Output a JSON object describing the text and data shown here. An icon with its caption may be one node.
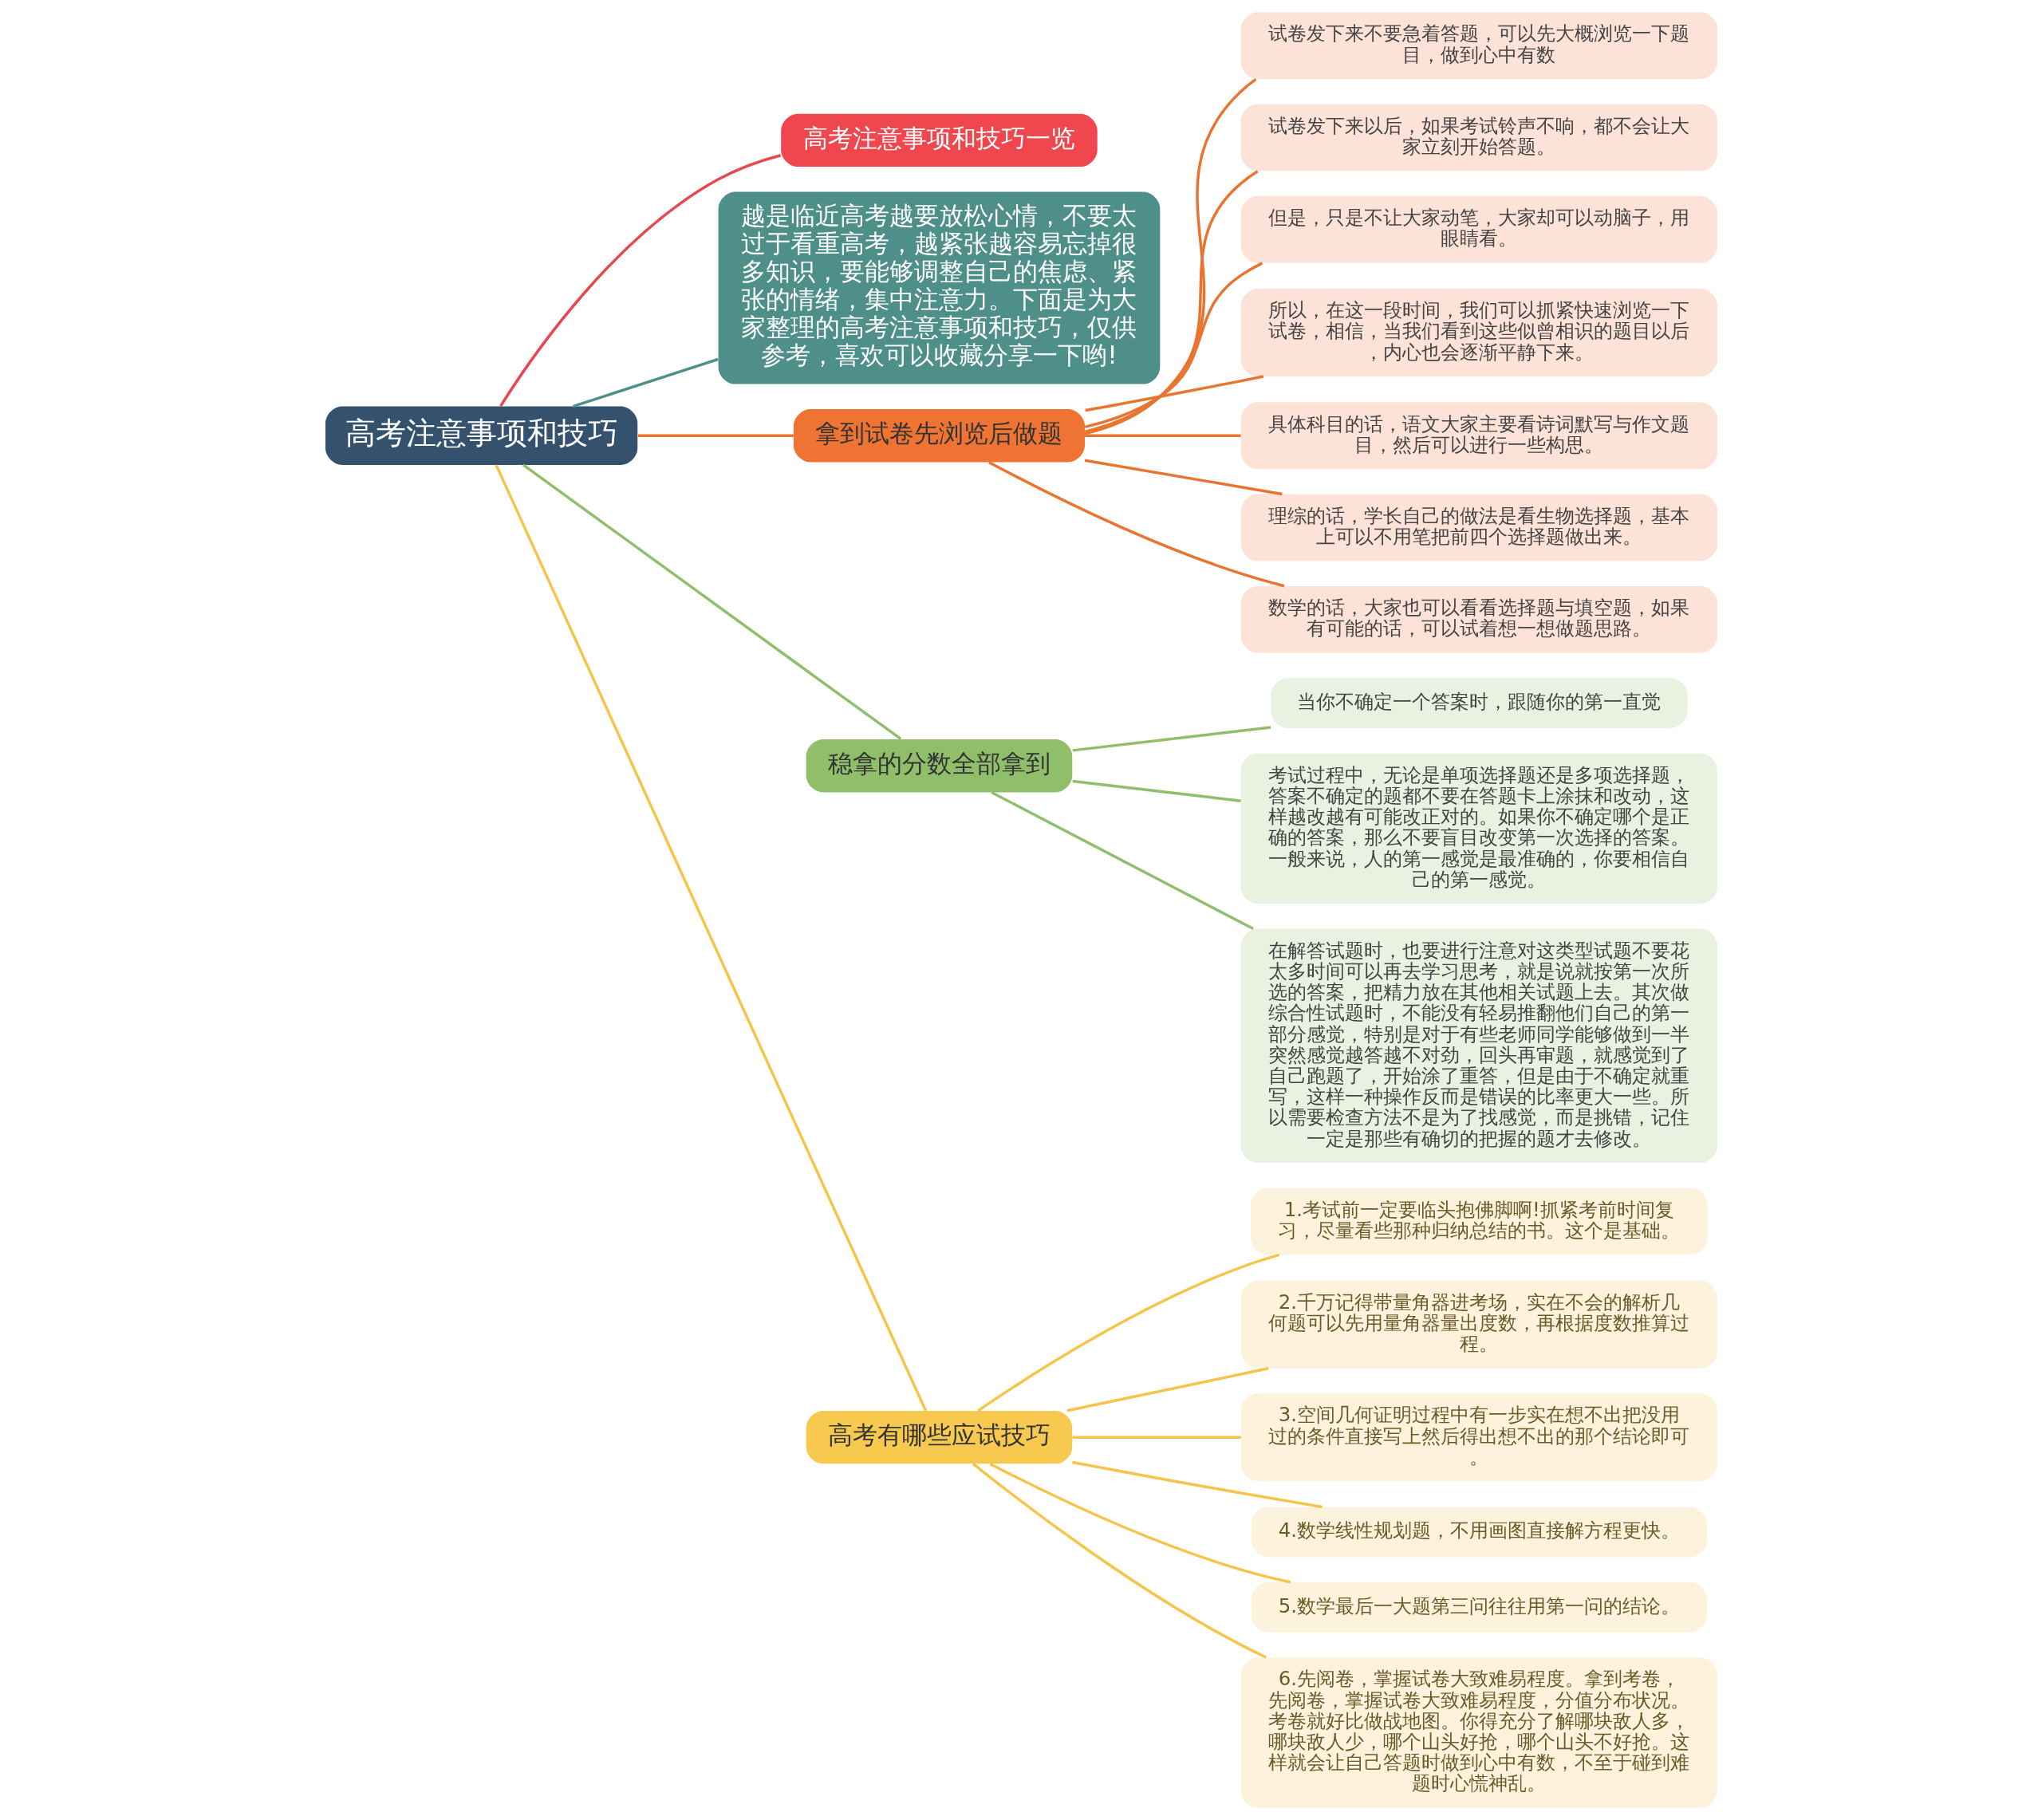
{
  "diagram": {
    "nodes": [
      {
        "text": [
          "高考注意事项和技巧"
        ]
      },
      {
        "text": [
          "高考注意事项和技巧一览"
        ]
      },
      {
        "text": [
          "越是临近高考越要放松心情，不要太过于看重高考，越紧张越容易忘掉很多知识，要能够调整自己的焦虑、紧张的情绪，集中注意力。下面是为大家整理的高考注意事项和技巧，仅供参考，喜欢可以收藏分享一下哟!"
        ]
      },
      {
        "text": [
          "拿到试卷先浏览后做题"
        ]
      },
      {
        "text": [
          "试卷发下来不要急着答题，可以先大概浏览一下题目，做到心中有数"
        ]
      },
      {
        "text": [
          "试卷发下来以后，如果考试铃声不响，都不会让大家立刻开始答题。"
        ]
      },
      {
        "text": [
          "但是，只是不让大家动笔，大家却可以动脑子，用眼睛看。"
        ]
      },
      {
        "text": [
          "所以，在这一段时间，我们可以抓紧快速浏览一下试卷，相信，当我们看到这些似曾相识的题目以后，内心也会逐渐平静下来。"
        ]
      },
      {
        "text": [
          "具体科目的话，语文大家主要看诗词默写与作文题目，然后可以进行一些构思。"
        ]
      },
      {
        "text": [
          "理综的话，学长自己的做法是看生物选择题，基本上可以不用笔把前四个选择题做出来。"
        ]
      },
      {
        "text": [
          "数学的话，大家也可以看看选择题与填空题，如果有可能的话，可以试着想一想做题思路。"
        ]
      },
      {
        "text": [
          "稳拿的分数全部拿到"
        ]
      },
      {
        "text": [
          "当你不确定一个答案时，跟随你的第一直觉"
        ]
      },
      {
        "text": [
          "考试过程中，无论是单项选择题还是多项选择题，答案不确定的题都不要在答题卡上涂抹和改动，这样越改越有可能改正对的。如果你不确定哪个是正确的答案，那么不要盲目改变第一次选择的答案。一般来说，人的第一感觉是最准确的，你要相信自己的第一感觉。"
        ]
      },
      {
        "text": [
          "在解答试题时，也要进行注意对这类型试题不要花太多时间可以再去学习思考，就是说就按第一次所选的答案，把精力放在其他相关试题上去。其次做综合性试题时，不能没有轻易推翻他们自己的第一部分感觉，特别是对于有些老师同学能够做到一半突然感觉越答越不对劲，回头再审题，就感觉到了自己跑题了，开始涂了重答，但是由于不确定就重写，这样一种操作反而是错误的比率更大一些。所以需要检查方法不是为了找感觉，而是挑错，记住一定是那些有确切的把握的题才去修改。"
        ]
      },
      {
        "text": [
          "高考有哪些应试技巧"
        ]
      },
      {
        "text": [
          "1.考试前一定要临头抱佛脚啊!抓紧考前时间复习，尽量看些那种归纳总结的书。这个是基础。"
        ]
      },
      {
        "text": [
          "2.千万记得带量角器进考场，实在不会的解析几何题可以先用量角器量出度数，再根据度数推算过程。"
        ]
      },
      {
        "text": [
          "3.空间几何证明过程中有一步实在想不出把没用过的条件直接写上然后得出想不出的那个结论即可。"
        ]
      },
      {
        "text": [
          "4.数学线性规划题，不用画图直接解方程更快。"
        ]
      },
      {
        "text": [
          "5.数学最后一大题第三问往往用第一问的结论。"
        ]
      },
      {
        "text": [
          "6.先阅卷，掌握试卷大致难易程度。拿到考卷，先阅卷，掌握试卷大致难易程度，分值分布状况。考卷就好比做战地图。你得充分了解哪块敌人多，哪块敌人少，哪个山头好抢，哪个山头不好抢。这样就会让自己答题时做到心中有数，不至于碰到难题时心慌神乱。"
        ]
      }
    ],
    "edges": [
      {
        "from": 0,
        "to": 1,
        "arrow": "none",
        "color": "#e8474f"
      },
      {
        "from": 0,
        "to": 2,
        "arrow": "none",
        "color": "#4e8f8a"
      },
      {
        "from": 0,
        "to": 3,
        "arrow": "none",
        "color": "#e8742f"
      },
      {
        "from": 3,
        "to": 4,
        "arrow": "none",
        "color": "#e8742f"
      },
      {
        "from": 3,
        "to": 5,
        "arrow": "none",
        "color": "#e8742f"
      },
      {
        "from": 3,
        "to": 6,
        "arrow": "none",
        "color": "#e8742f"
      },
      {
        "from": 3,
        "to": 7,
        "arrow": "none",
        "color": "#e8742f"
      },
      {
        "from": 3,
        "to": 8,
        "arrow": "none",
        "color": "#e8742f"
      },
      {
        "from": 3,
        "to": 9,
        "arrow": "none",
        "color": "#e8742f"
      },
      {
        "from": 3,
        "to": 10,
        "arrow": "none",
        "color": "#e8742f"
      },
      {
        "from": 0,
        "to": 11,
        "arrow": "none",
        "color": "#8fbf6a"
      },
      {
        "from": 11,
        "to": 12,
        "arrow": "none",
        "color": "#8fbf6a"
      },
      {
        "from": 11,
        "to": 13,
        "arrow": "none",
        "color": "#8fbf6a"
      },
      {
        "from": 11,
        "to": 14,
        "arrow": "none",
        "color": "#8fbf6a"
      },
      {
        "from": 0,
        "to": 15,
        "arrow": "none",
        "color": "#f5c54a"
      },
      {
        "from": 15,
        "to": 16,
        "arrow": "none",
        "color": "#f5c54a"
      },
      {
        "from": 15,
        "to": 17,
        "arrow": "none",
        "color": "#f5c54a"
      },
      {
        "from": 15,
        "to": 18,
        "arrow": "none",
        "color": "#f5c54a"
      },
      {
        "from": 15,
        "to": 19,
        "arrow": "none",
        "color": "#f5c54a"
      },
      {
        "from": 15,
        "to": 20,
        "arrow": "none",
        "color": "#f5c54a"
      },
      {
        "from": 15,
        "to": 21,
        "arrow": "none",
        "color": "#f5c54a"
      }
    ]
  }
}
